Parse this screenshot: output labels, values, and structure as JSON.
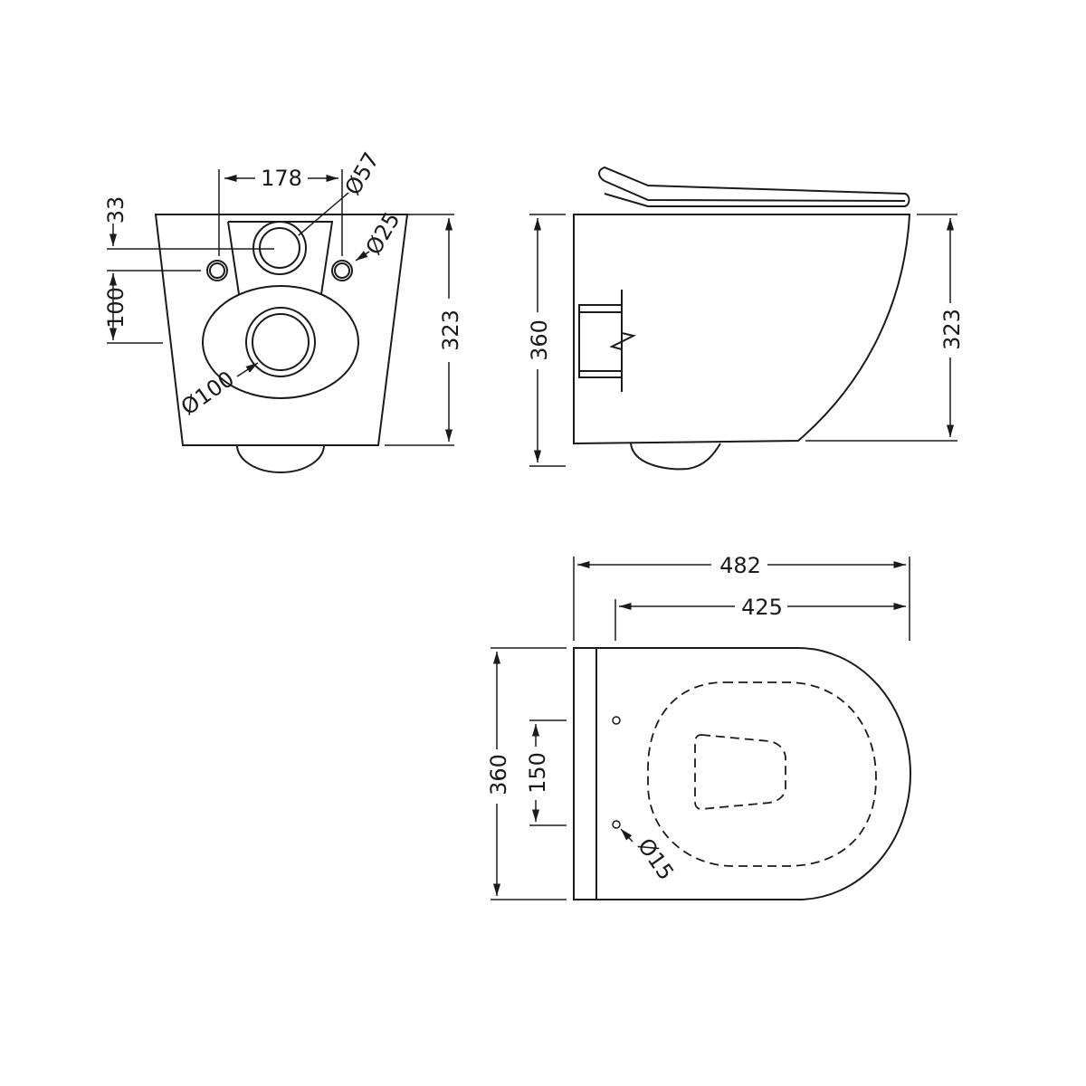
{
  "diagram": {
    "type": "technical drawing",
    "subject": "wall-hung toilet pan",
    "units_note": "",
    "views": {
      "rear": {
        "labels": {
          "top_spacing": "178",
          "outlet_top_offset": "33",
          "inlet_spacing_vertical": "100",
          "height": "323",
          "inlet_diameter": "Ø57",
          "fixing_hole_diameter": "Ø25",
          "outlet_diameter": "Ø100"
        }
      },
      "side": {
        "labels": {
          "overall_height": "360",
          "pan_height": "323"
        }
      },
      "top": {
        "labels": {
          "overall_length": "482",
          "pan_length": "425",
          "overall_width": "360",
          "seat_fixing_spacing": "150",
          "seat_fixing_diameter": "Ø15"
        }
      }
    },
    "colors": {
      "line": "#1a1a1a",
      "background": "#ffffff"
    }
  }
}
